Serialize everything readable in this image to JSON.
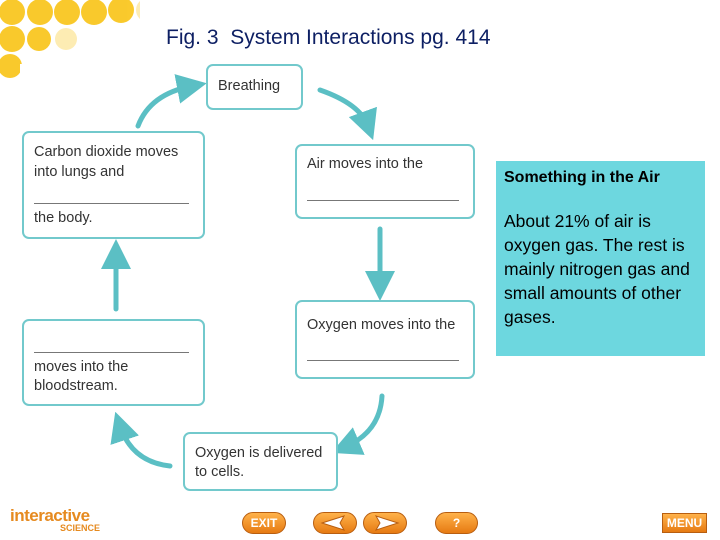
{
  "title": "Fig. 3  System Interactions pg. 414",
  "diagram": {
    "boxes": {
      "breathing": "Breathing",
      "air_moves_line1": "Air moves into the",
      "oxygen_moves_line1": "Oxygen moves into the",
      "oxygen_delivered_line1": "Oxygen is delivered",
      "oxygen_delivered_line2": "to cells.",
      "moves_into_line1": "moves into the",
      "moves_into_line2": "bloodstream.",
      "carbon_line1": "Carbon dioxide moves",
      "carbon_line2": "into lungs and",
      "carbon_line3": "the body."
    }
  },
  "info_box": {
    "heading": "Something in the Air",
    "body": "About 21% of air is oxygen gas. The rest is mainly nitrogen gas and small amounts of other gases."
  },
  "footer": {
    "logo_main": "interactive",
    "logo_sub": "SCIENCE",
    "exit_label": "EXIT",
    "help_label": "?",
    "menu_label": "MENU"
  },
  "colors": {
    "accent_teal": "#72c9cc",
    "info_bg": "#6dd7df",
    "dots": "#f9c416",
    "nav_orange": "#e67a12"
  },
  "icons": {
    "back": "left-arrow-icon",
    "forward": "right-arrow-icon"
  }
}
